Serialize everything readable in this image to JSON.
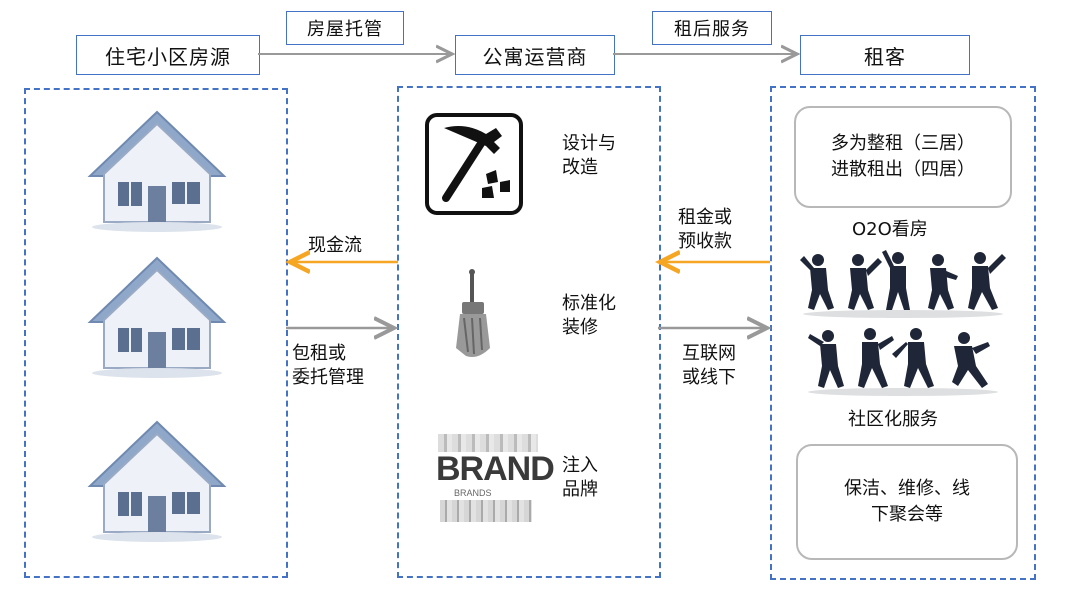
{
  "top": {
    "source": "住宅小区房源",
    "operator": "公寓运营商",
    "tenant": "租客",
    "flow1": "房屋托管",
    "flow2": "租后服务"
  },
  "left": {
    "cash_flow": "现金流",
    "manage": [
      "包租或",
      "委托管理"
    ]
  },
  "middle": {
    "item1": [
      "设计与",
      "改造"
    ],
    "item2": [
      "标准化",
      "装修"
    ],
    "item3": [
      "注入",
      "品牌"
    ],
    "brand_word": "BRAND",
    "brand_sub": "BRANDS"
  },
  "right_flows": {
    "rent": [
      "租金或",
      "预收款"
    ],
    "online": [
      "互联网",
      "或线下"
    ]
  },
  "tenant_side": {
    "box1": [
      "多为整租（三居）",
      "进散租出（四居）"
    ],
    "o2o": "O2O看房",
    "community": "社区化服务",
    "box2": [
      "保洁、维修、线",
      "下聚会等"
    ]
  },
  "colors": {
    "blue": "#4472c4",
    "orange": "#f5a623",
    "gray": "#999999"
  }
}
